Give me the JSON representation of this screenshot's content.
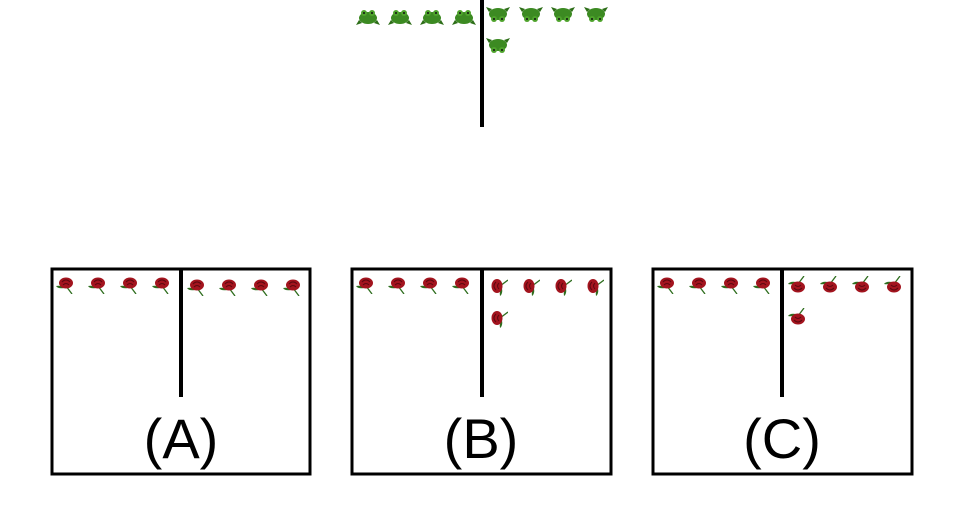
{
  "question": {
    "left_count": 4,
    "right_count": 5,
    "item_icon": "frog-icon",
    "item_color": "#3c8a22"
  },
  "options": [
    {
      "label": "(A)",
      "left_count": 4,
      "right_count": 4,
      "item_icon": "rose-icon",
      "right_orientation": "same"
    },
    {
      "label": "(B)",
      "left_count": 4,
      "right_count": 5,
      "item_icon": "rose-icon",
      "right_orientation": "rotated"
    },
    {
      "label": "(C)",
      "left_count": 4,
      "right_count": 5,
      "item_icon": "rose-icon",
      "right_orientation": "flipped"
    }
  ],
  "colors": {
    "rose": "#a3141e",
    "leaf": "#2f6e1f",
    "line": "#000000"
  }
}
